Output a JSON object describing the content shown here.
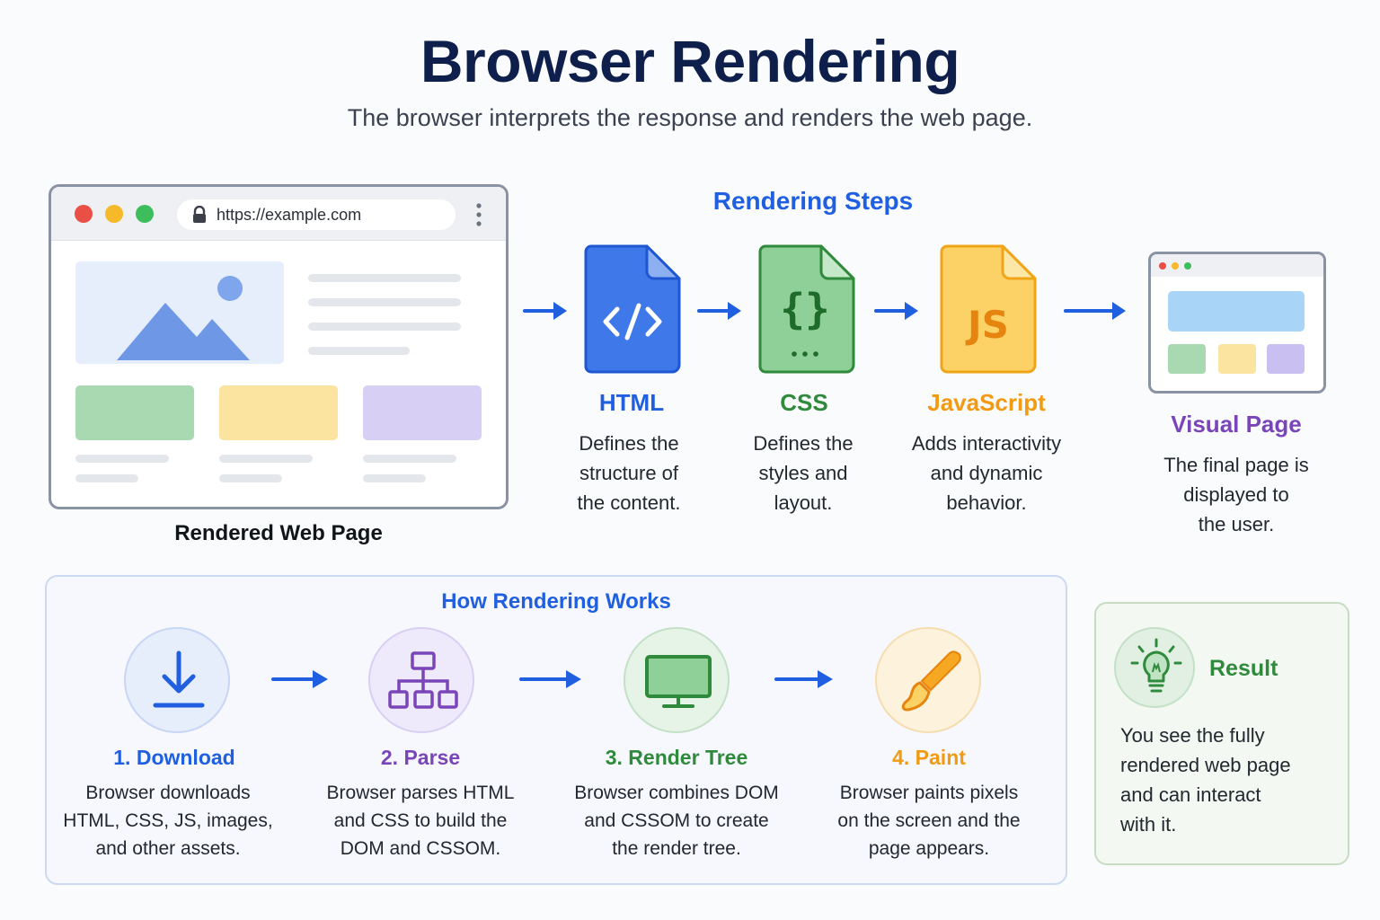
{
  "header": {
    "title": "Browser Rendering",
    "subtitle": "The browser interprets the response and renders the web page."
  },
  "browser_mock": {
    "url": "https://example.com",
    "caption": "Rendered Web Page"
  },
  "rendering_steps": {
    "heading": "Rendering Steps",
    "steps": [
      {
        "icon": "html-file-icon",
        "title": "HTML",
        "desc": [
          "Defines the",
          "structure of",
          "the content."
        ],
        "color": "#1f5fe0"
      },
      {
        "icon": "css-file-icon",
        "title": "CSS",
        "desc": [
          "Defines the",
          "styles and",
          "layout."
        ],
        "color": "#2f8a3c"
      },
      {
        "icon": "js-file-icon",
        "glyph": "JS",
        "title": "JavaScript",
        "desc": [
          "Adds interactivity",
          "and dynamic",
          "behavior."
        ],
        "color": "#f29a12"
      }
    ],
    "final": {
      "icon": "visual-page-icon",
      "title": "Visual Page",
      "desc": [
        "The final page is",
        "displayed to",
        "the user."
      ],
      "color": "#7a45b8"
    }
  },
  "how_rendering_works": {
    "heading": "How Rendering Works",
    "stages": [
      {
        "icon": "download-icon",
        "title": "1. Download",
        "desc": [
          "Browser downloads",
          "HTML, CSS, JS, images,",
          "and other assets."
        ],
        "color": "#1f5fe0"
      },
      {
        "icon": "tree-icon",
        "title": "2. Parse",
        "desc": [
          "Browser parses HTML",
          "and CSS to build the",
          "DOM and CSSOM."
        ],
        "color": "#7a45b8"
      },
      {
        "icon": "monitor-icon",
        "title": "3. Render Tree",
        "desc": [
          "Browser combines DOM",
          "and CSSOM to create",
          "the render tree."
        ],
        "color": "#2f8a3c"
      },
      {
        "icon": "paintbrush-icon",
        "title": "4. Paint",
        "desc": [
          "Browser paints pixels",
          "on the screen and the",
          "page appears."
        ],
        "color": "#f29a12"
      }
    ]
  },
  "result": {
    "icon": "lightbulb-icon",
    "title": "Result",
    "desc": [
      "You see the fully",
      "rendered web page",
      "and can interact",
      "with it."
    ]
  },
  "colors": {
    "accent_blue": "#1f5fe0",
    "green": "#2f8a3c",
    "orange": "#f29a12",
    "purple": "#7a45b8",
    "title_navy": "#0f1f4b"
  }
}
